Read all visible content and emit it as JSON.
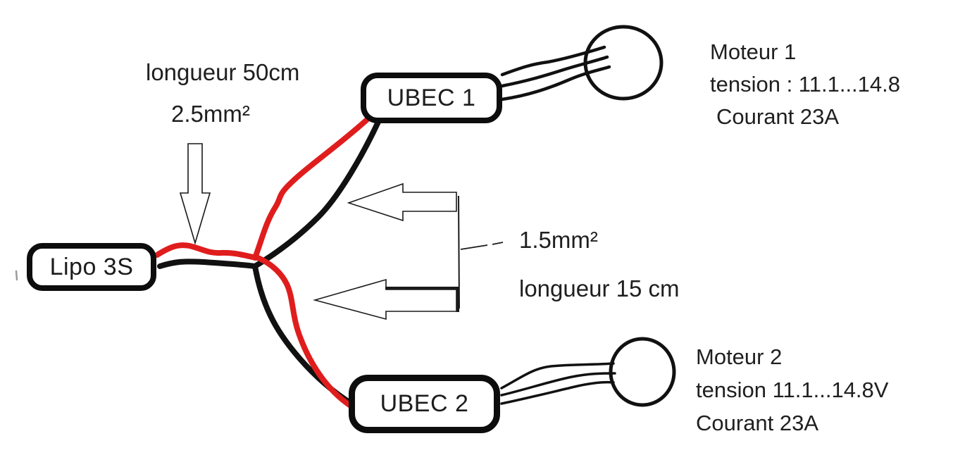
{
  "diagram": {
    "colors": {
      "background": "#ffffff",
      "wire_red": "#e01d1d",
      "wire_black": "#111111",
      "outline": "#0d0d0d"
    },
    "nodes": {
      "battery": {
        "label": "Lipo 3S"
      },
      "ubec1": {
        "label": "UBEC 1"
      },
      "ubec2": {
        "label": "UBEC 2"
      }
    },
    "annotations": {
      "main_wire_length": "longueur 50cm",
      "main_wire_gauge": "2.5mm²",
      "branch_wire_gauge": "1.5mm²",
      "branch_wire_length": "longueur 15 cm"
    },
    "motor1": {
      "title": "Moteur 1",
      "tension": "tension : 11.1...14.8",
      "courant": "Courant 23A"
    },
    "motor2": {
      "title": "Moteur 2",
      "tension": "tension 11.1...14.8V",
      "courant": "Courant 23A"
    }
  }
}
